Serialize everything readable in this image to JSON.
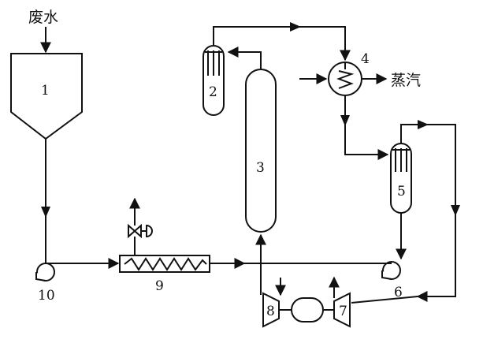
{
  "labels": {
    "input": "废水",
    "steam": "蒸汽",
    "n1": "1",
    "n2": "2",
    "n3": "3",
    "n4": "4",
    "n5": "5",
    "n6": "6",
    "n7": "7",
    "n8": "8",
    "n9": "9",
    "n10": "10"
  }
}
